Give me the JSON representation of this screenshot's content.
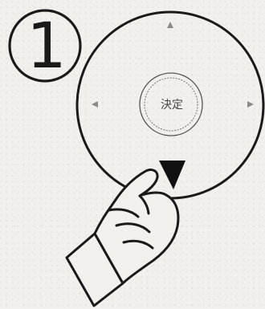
{
  "step": {
    "number": "1"
  },
  "dpad": {
    "center_button": {
      "label": "決定"
    },
    "directions": [
      "up",
      "left",
      "right",
      "down"
    ],
    "highlighted_direction": "down"
  },
  "hand": {
    "gesture": "pointing",
    "target": "down"
  },
  "colors": {
    "background": "#f1f0ec",
    "ink": "#1a1a1a"
  },
  "icons": {
    "step_badge": "circled-number-icon",
    "center": "enter-button-icon",
    "up": "triangle-up-icon",
    "left": "triangle-left-icon",
    "right": "triangle-right-icon",
    "down": "triangle-down-icon",
    "hand": "pointing-hand-icon"
  }
}
